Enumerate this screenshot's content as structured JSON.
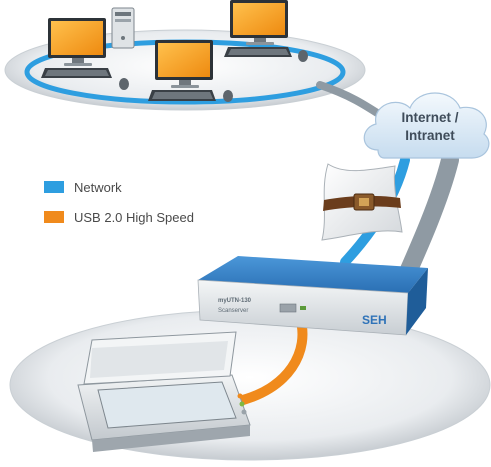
{
  "legend": {
    "items": [
      {
        "label": "Network",
        "color": "#2e9ee0"
      },
      {
        "label": "USB 2.0 High Speed",
        "color": "#f08a1c"
      }
    ]
  },
  "cloud": {
    "line1": "Internet /",
    "line2": "Intranet"
  },
  "device": {
    "model": "myUTN-130",
    "subtitle": "Scanserver",
    "brand": "SEH"
  },
  "colors": {
    "network": "#2e9ee0",
    "usb": "#f08a1c",
    "monitor_screen": "#f6a21c",
    "device_top": "#2f7fc6",
    "cable_gray": "#8f9aa3"
  },
  "icons": [
    "desktop-computer-icon",
    "server-tower-icon",
    "keyboard-icon",
    "mouse-icon",
    "cloud-icon",
    "pillow-lock-icon",
    "scanner-icon",
    "network-device-icon"
  ]
}
